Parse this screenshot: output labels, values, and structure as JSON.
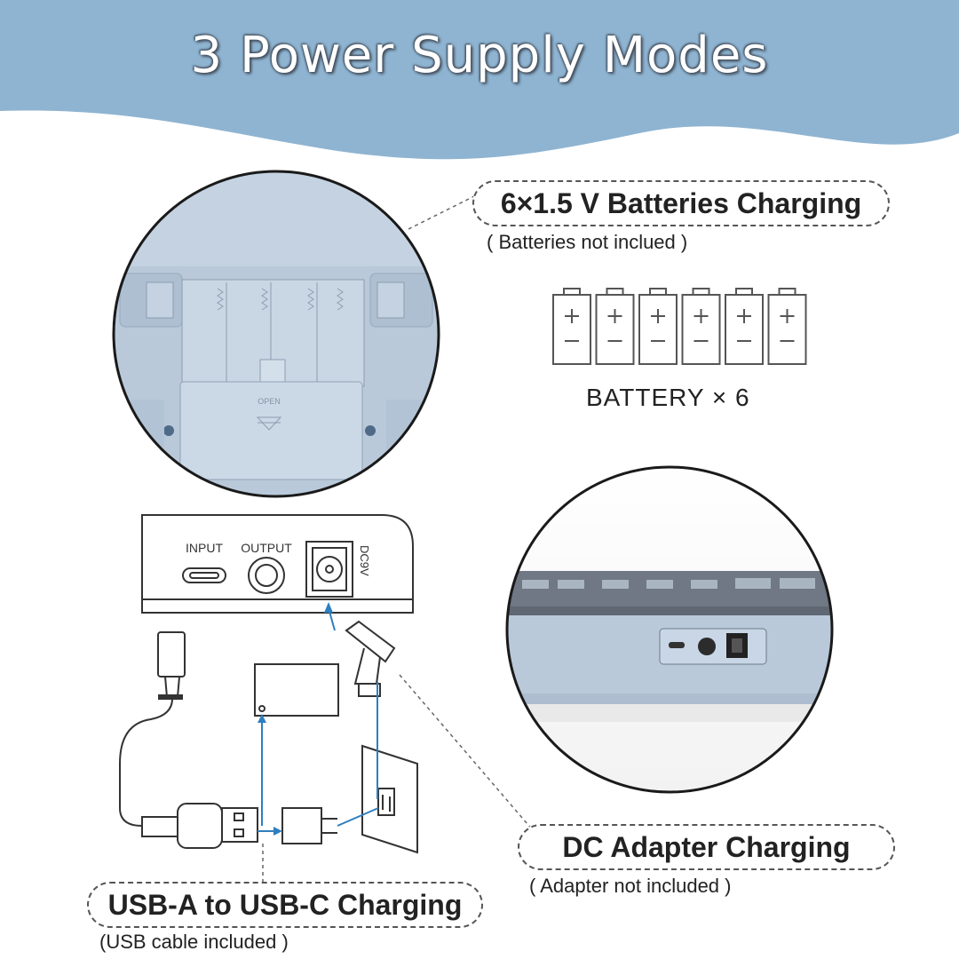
{
  "title": "3 Power Supply Modes",
  "modes": {
    "batteries": {
      "label": "6×1.5 V Batteries Charging",
      "note": "( Batteries not inclued )",
      "icon_caption": "BATTERY × 6",
      "battery_count": 6,
      "compartment_mark": "OPEN"
    },
    "dc": {
      "label": "DC Adapter Charging",
      "note": "( Adapter not included )"
    },
    "usb": {
      "label": "USB-A to USB-C Charging",
      "note": "(USB cable included )"
    }
  },
  "panel": {
    "input_label": "INPUT",
    "output_label": "OUTPUT",
    "dc_label": "DC9V"
  },
  "colors": {
    "banner": "#8fb4d1",
    "device": "#b9c9da",
    "arrow": "#2f7fbf"
  }
}
